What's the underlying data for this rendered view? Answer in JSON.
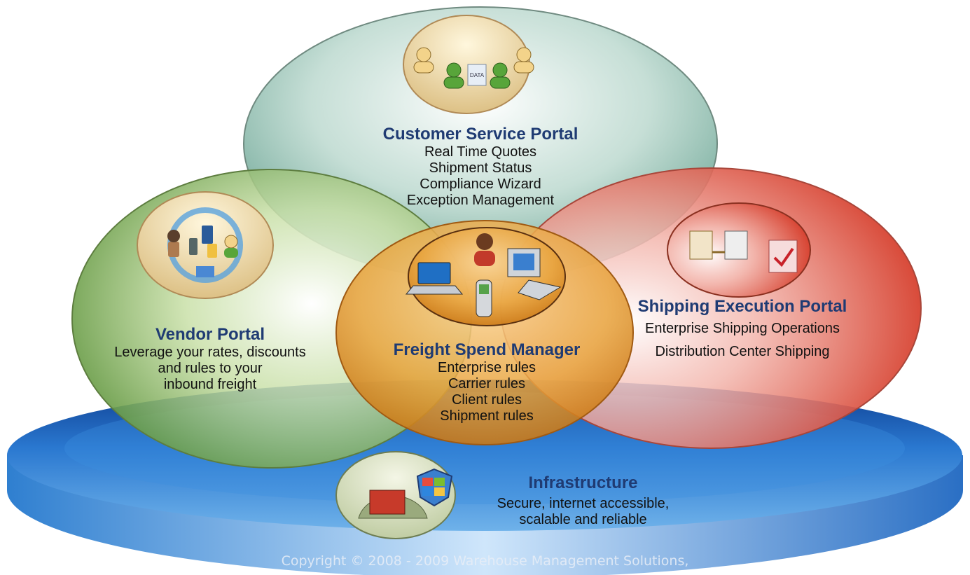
{
  "colors": {
    "platform": "#1e5fb8",
    "customer_service": "#7fb6a6",
    "vendor": "#5e9c3a",
    "shipping": "#d73a2a",
    "freight": "#dd8a1e",
    "title": "#1f3b73"
  },
  "customer_service_portal": {
    "title": "Customer Service Portal",
    "items": [
      "Real Time Quotes",
      "Shipment Status",
      "Compliance Wizard",
      "Exception Management"
    ],
    "icon": "data-exchange-users-icon",
    "icon_label": "DATA"
  },
  "vendor_portal": {
    "title": "Vendor Portal",
    "lines": [
      "Leverage your rates, discounts",
      "and rules to your",
      "inbound freight"
    ],
    "icon": "devices-cycle-icon"
  },
  "freight_spend_manager": {
    "title": "Freight Spend Manager",
    "items": [
      "Enterprise rules",
      "Carrier rules",
      "Client rules",
      "Shipment rules"
    ],
    "icon": "computers-user-icon"
  },
  "shipping_execution_portal": {
    "title": "Shipping Execution Portal",
    "items": [
      "Enterprise Shipping Operations",
      "Distribution Center Shipping"
    ],
    "icon": "documents-check-icon"
  },
  "infrastructure": {
    "title": "Infrastructure",
    "lines": [
      "Secure, internet accessible,",
      "scalable and reliable"
    ],
    "icon": "shield-server-icon"
  },
  "copyright": "Copyright © 2008 - 2009 Warehouse Management Solutions,"
}
